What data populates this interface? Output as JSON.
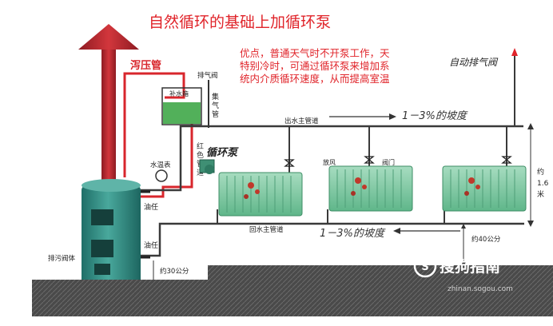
{
  "title": "自然循环的基础上加循环泵",
  "advantage_note": [
    "优点，普通天气时不开泵工作，天",
    "特别冷时，可通过循环泵来增加系",
    "统内介质循环速度，从而提高室温"
  ],
  "labels": {
    "relief_pipe": "泻压管",
    "exhaust_valve": "排气阀",
    "make_up_tank": "补水箱",
    "gas_collecting_pipe": [
      "集",
      "气",
      "管"
    ],
    "red_balance_pipe": [
      "红",
      "色",
      "管",
      "道"
    ],
    "auto_exhaust_valve": "自动排气阀",
    "water_temp_gauge": "水温表",
    "pump": "循环泵",
    "supply_main": "出水主管道",
    "return_main": "回水主管道",
    "slope_top": "1－3%的坡度",
    "slope_bottom": "1－3%的坡度",
    "valve_left": "油任",
    "valve_bottom": "油任",
    "drain_outlet": "排污阀体",
    "air_vent": "放风",
    "valve_mid": "阀门",
    "dim_vertical": [
      "约",
      "1.6",
      "米"
    ],
    "dim_40cm": "约40公分",
    "dim_30cm": "约30公分"
  },
  "watermark": {
    "brand": "搜狗指南",
    "url": "zhinan.sogou.com"
  },
  "colors": {
    "title_red": "#e0242a",
    "pipe_red": "#d8262c",
    "arrow_red": "#b8232b",
    "boiler_teal": "#2f8f86",
    "radiator_green": "#7ec8a0",
    "tank_green": "#52b05a",
    "line_dark": "#3a3a3a"
  }
}
